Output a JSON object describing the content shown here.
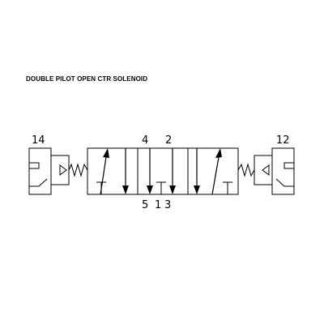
{
  "diagram": {
    "title": "DOUBLE PILOT OPEN CTR SOLENOID",
    "ports": {
      "pilot_left": "14",
      "pilot_right": "12",
      "top_a": "4",
      "top_b": "2",
      "bottom_exhaust_a": "5",
      "bottom_pressure": "1",
      "bottom_exhaust_b": "3"
    },
    "colors": {
      "line": "#000000",
      "background": "#ffffff"
    }
  }
}
